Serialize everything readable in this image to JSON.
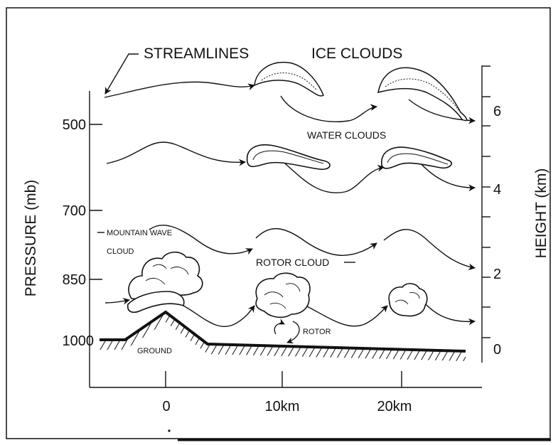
{
  "labels": {
    "streamlines": "STREAMLINES",
    "ice_clouds": "ICE CLOUDS",
    "water_clouds": "WATER CLOUDS",
    "mountain_wave_line1": "MOUNTAIN WAVE",
    "mountain_wave_line2": "CLOUD",
    "rotor_cloud": "ROTOR CLOUD",
    "rotor": "ROTOR",
    "ground": "GROUND"
  },
  "left_axis": {
    "title": "PRESSURE (mb)",
    "ticks": [
      "500",
      "700",
      "850",
      "1000"
    ]
  },
  "right_axis": {
    "title": "HEIGHT (km)",
    "ticks": [
      "6",
      "4",
      "2",
      "0"
    ]
  },
  "bottom_axis": {
    "ticks": [
      "0",
      "10km",
      "20km"
    ]
  }
}
